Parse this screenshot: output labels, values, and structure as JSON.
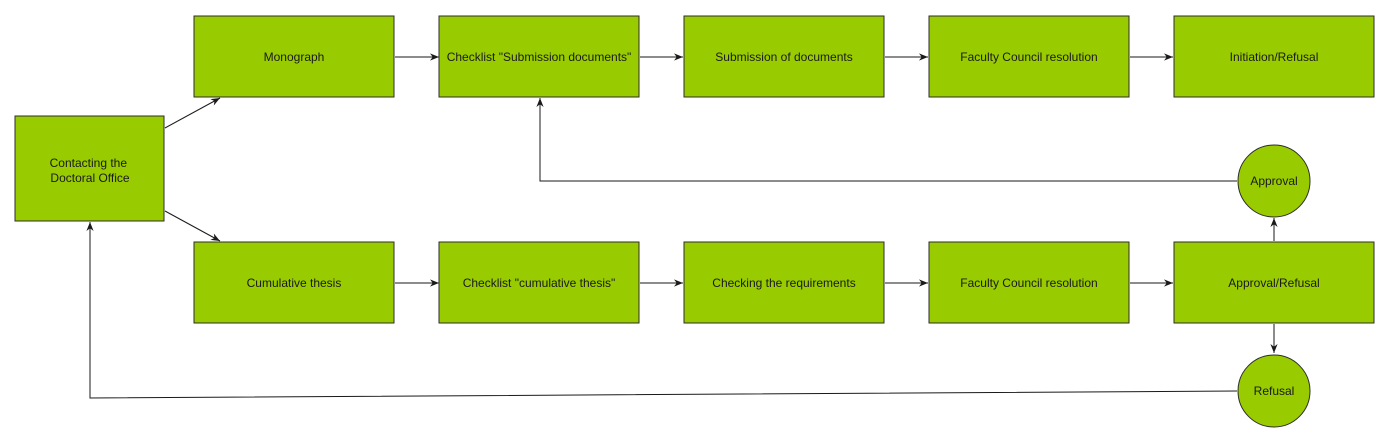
{
  "colors": {
    "node_fill": "#99cc00",
    "node_stroke": "#2d2d2d",
    "edge": "#1a1a1a"
  },
  "nodes": {
    "contacting": "Contacting the Doctoral Office",
    "monograph": "Monograph",
    "checklist_submission": "Checklist \"Submission documents\"",
    "submission": "Submission of documents",
    "faculty_top": "Faculty Council resolution",
    "initiation": "Initiation/Refusal",
    "cumulative": "Cumulative thesis",
    "checklist_cumulative": "Checklist \"cumulative thesis\"",
    "checking": "Checking the requirements",
    "faculty_bottom": "Faculty Council resolution",
    "approval_refusal": "Approval/Refusal",
    "approval": "Approval",
    "refusal": "Refusal"
  }
}
